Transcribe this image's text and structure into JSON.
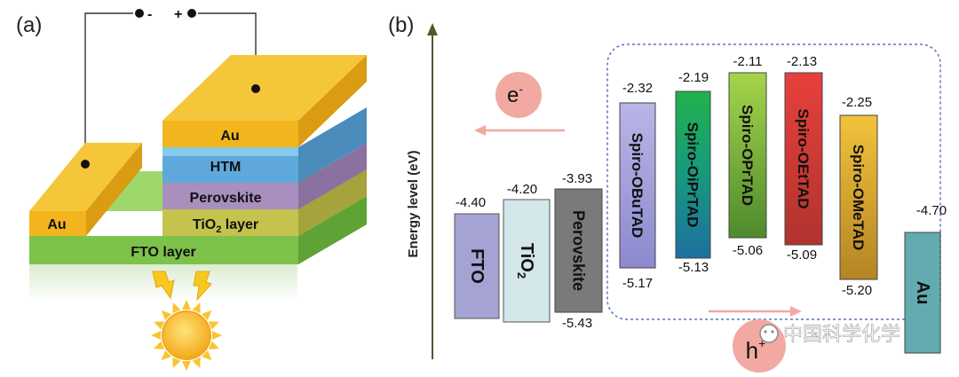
{
  "panel_a": {
    "label": "(a)",
    "terminal_neg": "-",
    "terminal_pos": "+",
    "layers": {
      "au_top": "Au",
      "htm": "HTM",
      "perovskite": "Perovskite",
      "tio2_prefix": "TiO",
      "tio2_sub": "2",
      "tio2_suffix": " layer",
      "fto": "FTO layer",
      "au_left": "Au"
    },
    "colors": {
      "gold": "#F4BE2C",
      "htm": "#5BB4E0",
      "perovskite": "#A68DBE",
      "tio2": "#C6C451",
      "fto": "#86C84E",
      "sun": "#F9C11C"
    }
  },
  "panel_b": {
    "label": "(b)",
    "y_axis_label": "Energy level (eV)",
    "electron_label": "e",
    "electron_sup": "-",
    "hole_label": "h",
    "hole_sup": "+",
    "watermark": "中国科学化学",
    "materials": [
      {
        "name": "FTO",
        "sub": "",
        "top": "-4.40",
        "bottom": "",
        "color": "#A7A6D6"
      },
      {
        "name": "TiO",
        "sub": "2",
        "top": "-4.20",
        "bottom": "",
        "color": "#D5E8EC"
      },
      {
        "name": "Perovskite",
        "sub": "",
        "top": "-3.93",
        "bottom": "-5.43",
        "color": "#7A7A7A"
      },
      {
        "name": "Spiro-OBuTAD",
        "sub": "",
        "top": "-2.32",
        "bottom": "-5.17",
        "color": "#9D9AD8"
      },
      {
        "name": "Spiro-OiPrTAD",
        "sub": "",
        "top": "-2.19",
        "bottom": "-5.13",
        "color": "#1FA572"
      },
      {
        "name": "Spiro-OPrTAD",
        "sub": "",
        "top": "-2.11",
        "bottom": "-5.06",
        "color": "#79B83A"
      },
      {
        "name": "Spiro-OEtTAD",
        "sub": "",
        "top": "-2.13",
        "bottom": "-5.09",
        "color": "#E0443A"
      },
      {
        "name": "Spiro-OMeTAD",
        "sub": "",
        "top": "-2.25",
        "bottom": "-5.20",
        "color": "#E3B62E"
      },
      {
        "name": "Au",
        "sub": "",
        "top": "-4.70",
        "bottom": "",
        "color": "#62ABB0"
      }
    ]
  }
}
